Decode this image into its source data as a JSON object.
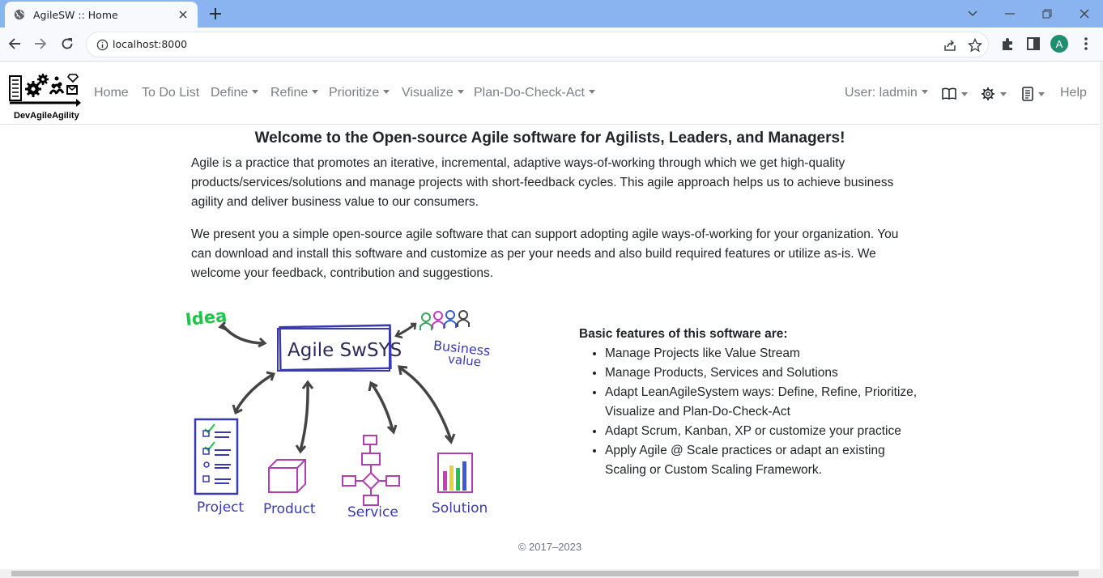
{
  "browser": {
    "tab_title": "AgileSW :: Home",
    "url": "localhost:8000",
    "avatar_letter": "A",
    "accent": "#8ab4f0"
  },
  "navbar": {
    "brand": "DevAgileAgility",
    "items": [
      {
        "label": "Home",
        "dropdown": false
      },
      {
        "label": "To Do List",
        "dropdown": false
      },
      {
        "label": "Define",
        "dropdown": true
      },
      {
        "label": "Refine",
        "dropdown": true
      },
      {
        "label": "Prioritize",
        "dropdown": true
      },
      {
        "label": "Visualize",
        "dropdown": true
      },
      {
        "label": "Plan-Do-Check-Act",
        "dropdown": true
      }
    ],
    "user_label": "User: ladmin",
    "help_label": "Help",
    "icons": [
      "book-icon",
      "gear-icon",
      "document-icon"
    ]
  },
  "main": {
    "headline": "Welcome to the Open-source Agile software for Agilists, Leaders, and Managers!",
    "paragraph1": "Agile is a practice that promotes an iterative, incremental, adaptive ways-of-working through which we get high-quality products/services/solutions and manage projects with short-feedback cycles. This agile approach helps us to achieve business agility and deliver business value to our consumers.",
    "paragraph2": "We present you a simple open-source agile software that can support adopting agile ways-of-working for your organization. You can download and install this software and customize as per your needs and also build required features or utilize as-is. We welcome your feedback, contribution and suggestions.",
    "diagram": {
      "center": "Agile SwSYS",
      "idea": "Idea",
      "business_value_line1": "Business",
      "business_value_line2": "value",
      "project": "Project",
      "product": "Product",
      "service": "Service",
      "solution": "Solution"
    },
    "features_title": "Basic features of this software are:",
    "features": [
      "Manage Projects like Value Stream",
      "Manage Products, Services and Solutions",
      "Adapt LeanAgileSystem ways: Define, Refine, Prioritize, Visualize and Plan-Do-Check-Act",
      "Adapt Scrum, Kanban, XP or customize your practice",
      "Apply Agile @ Scale practices or adapt an existing Scaling or Custom Scaling Framework."
    ]
  },
  "footer": "© 2017–2023"
}
